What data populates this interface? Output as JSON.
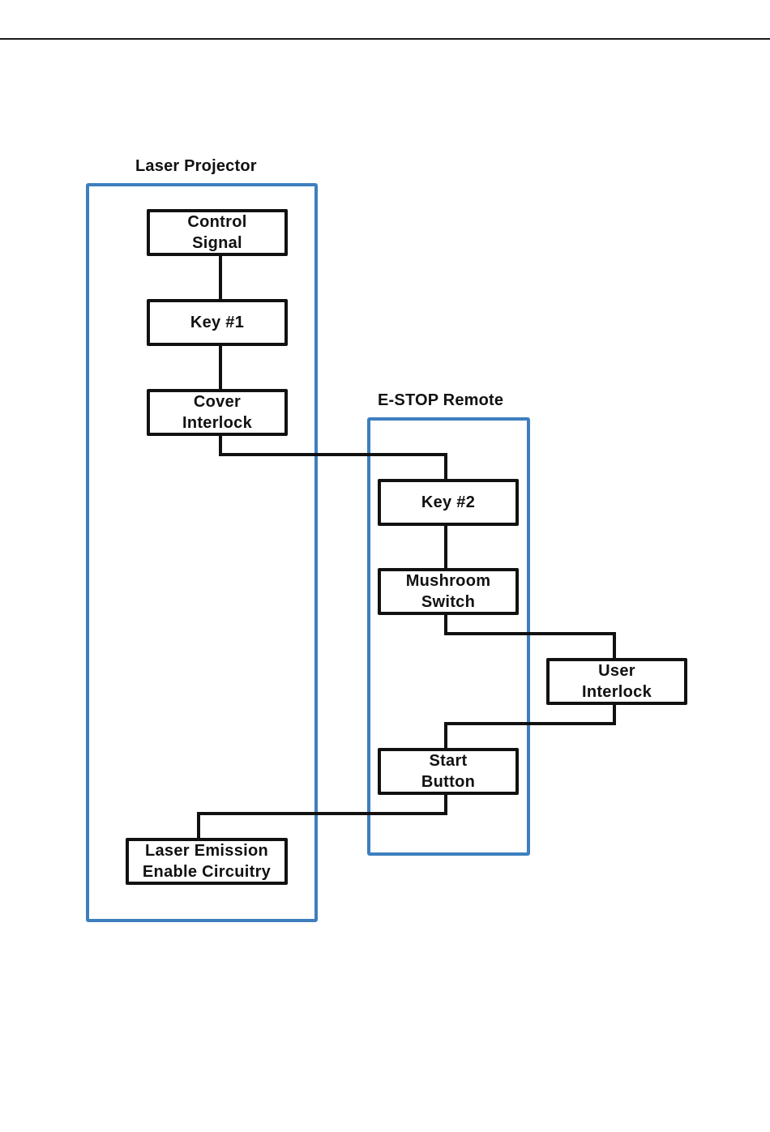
{
  "groups": {
    "laser_projector": {
      "title": "Laser Projector"
    },
    "estop_remote": {
      "title": "E-STOP Remote"
    }
  },
  "nodes": {
    "control_signal": {
      "line1": "Control",
      "line2": "Signal"
    },
    "key1": {
      "line1": "Key #1"
    },
    "cover_interlock": {
      "line1": "Cover",
      "line2": "Interlock"
    },
    "key2": {
      "line1": "Key #2"
    },
    "mushroom_switch": {
      "line1": "Mushroom",
      "line2": "Switch"
    },
    "user_interlock": {
      "line1": "User",
      "line2": "Interlock"
    },
    "start_button": {
      "line1": "Start",
      "line2": "Button"
    },
    "laser_emission": {
      "line1": "Laser Emission",
      "line2": "Enable Circuitry"
    }
  },
  "colors": {
    "group_frame": "#3d7fbf",
    "node_border": "#111111",
    "wire": "#111111"
  }
}
